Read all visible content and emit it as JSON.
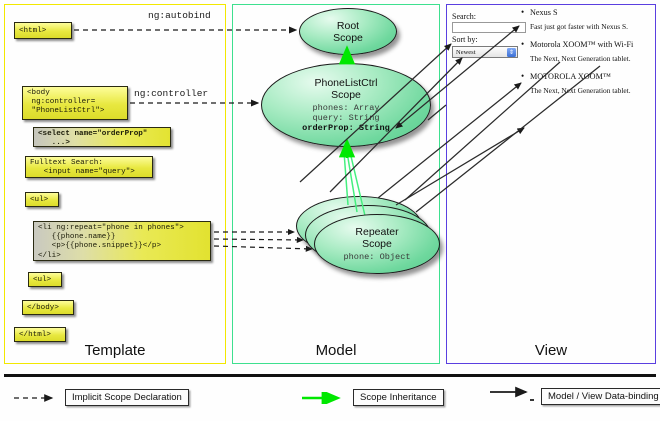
{
  "panels": {
    "template": {
      "label": "Template",
      "border_color": "#f2e800"
    },
    "model": {
      "label": "Model",
      "border_color": "#3ee08f"
    },
    "view": {
      "label": "View",
      "border_color": "#5a3fe0"
    }
  },
  "template_code": {
    "html_open": "<html>",
    "body_open": "<body\n ng:controller=\n \"PhoneListCtrl\">",
    "select": "<select name=\"orderProp\"\n   ...>",
    "fulltext": "Fulltext Search:\n   <input name=\"query\">",
    "ul_open": "<ul>",
    "li_repeat": "<li ng:repeat=\"phone in phones\">\n   {{phone.name}}\n   <p>{{phone.snippet}}</p>\n</li>",
    "ul_close": "<ul>",
    "body_close": "</body>",
    "html_close": "</html>"
  },
  "connectors": {
    "autobind": "ng:autobind",
    "controller": "ng:controller",
    "repeat": "ng:repeat"
  },
  "model_scopes": {
    "root": {
      "title": "Root\nScope",
      "line1": "Root",
      "line2": "Scope"
    },
    "controller": {
      "line1": "PhoneListCtrl",
      "line2": "Scope",
      "props": [
        {
          "text": "phones: Array",
          "bold": false
        },
        {
          "text": "query: String",
          "bold": false
        },
        {
          "text": "orderProp: String",
          "bold": true
        }
      ]
    },
    "repeater": {
      "line1": "Repeater",
      "line2": "Scope",
      "props": [
        {
          "text": "phone: Object",
          "bold": false
        }
      ]
    }
  },
  "view": {
    "search_label": "Search:",
    "search_value": "",
    "sort_label": "Sort by:",
    "sort_selected": "Newest",
    "phones": [
      {
        "name": "Nexus S",
        "snippet": "Fast just got faster with Nexus S."
      },
      {
        "name": "Motorola XOOM™  with Wi-Fi",
        "snippet": "The Next, Next Generation tablet."
      },
      {
        "name": "MOTOROLA XOOM™",
        "snippet": "The Next, Next Generation tablet."
      }
    ]
  },
  "legend": {
    "implicit": "Implicit Scope Declaration",
    "inheritance": "Scope Inheritance",
    "binding": "Model / View Data-binding",
    "inheritance_color": "#00e800"
  }
}
